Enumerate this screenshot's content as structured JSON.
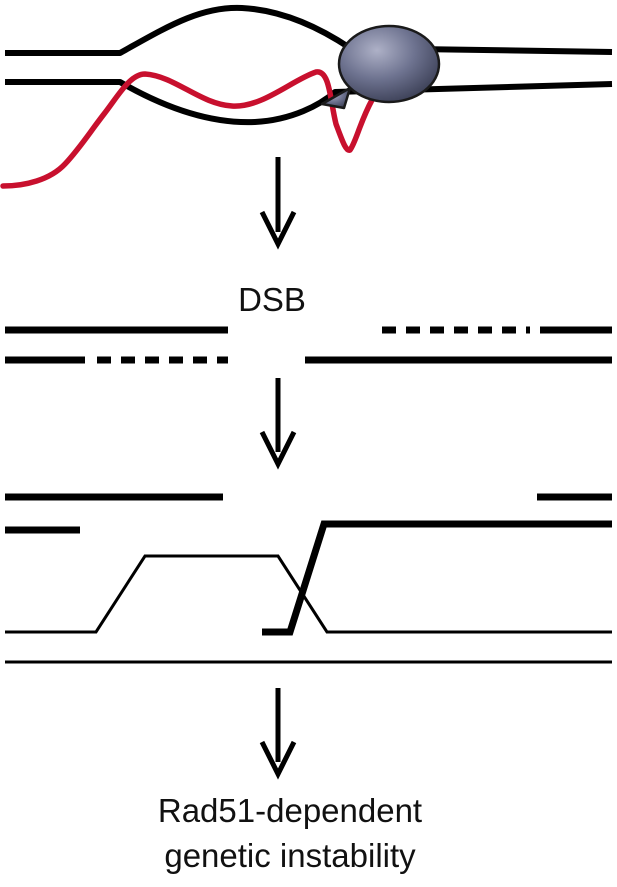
{
  "labels": {
    "dsb": "DSB",
    "outcome_line1": "Rad51-dependent",
    "outcome_line2": "genetic instability"
  },
  "colors": {
    "dna_strand": "#000000",
    "rna_strand": "#c8102e",
    "polymerase_fill": "#5b6079",
    "polymerase_stroke": "#1a1a1a"
  },
  "icons": {
    "rna_polymerase": "grey-ellipsoid-rna-polymerase",
    "arrow": "down-arrow"
  }
}
